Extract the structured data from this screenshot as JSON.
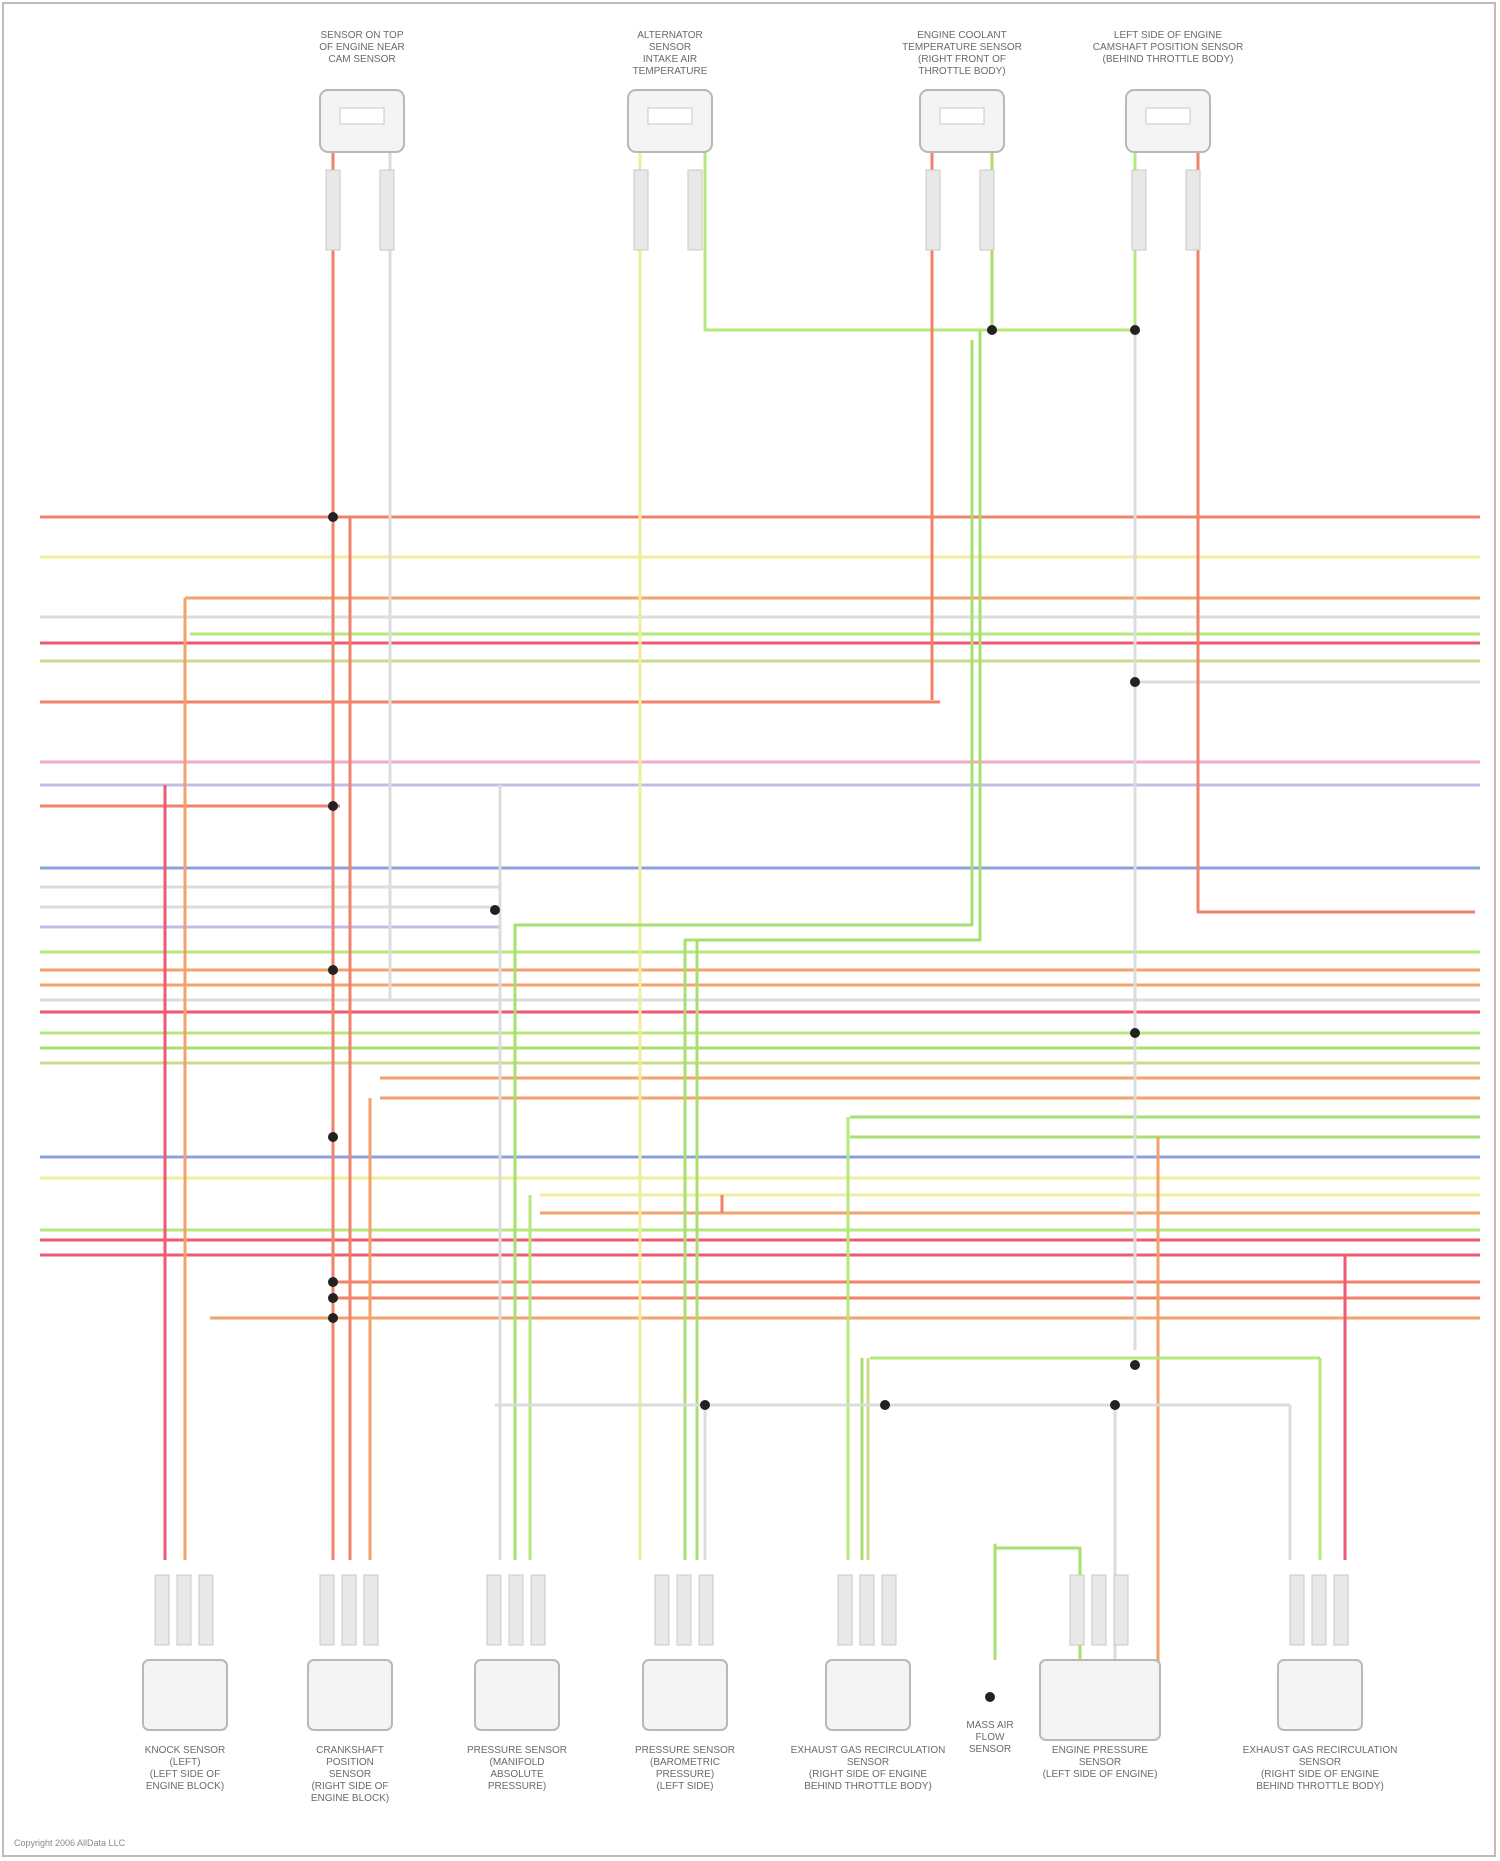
{
  "top_connectors": [
    {
      "label": "SENSOR ON TOP\nOF ENGINE NEAR\nCAM SENSOR"
    },
    {
      "label": "ALTERNATOR\nSENSOR\nINTAKE AIR\nTEMPERATURE"
    },
    {
      "label": "ENGINE COOLANT\nTEMPERATURE SENSOR\n(RIGHT FRONT OF\nTHROTTLE BODY)"
    },
    {
      "label": "LEFT SIDE OF ENGINE\nCAMSHAFT POSITION SENSOR\n(BEHIND THROTTLE BODY)"
    }
  ],
  "bottom_components": [
    {
      "label": "KNOCK SENSOR\n(LEFT)\n(LEFT SIDE OF\nENGINE BLOCK)"
    },
    {
      "label": "CRANKSHAFT\nPOSITION\nSENSOR\n(RIGHT SIDE OF\nENGINE BLOCK)"
    },
    {
      "label": "PRESSURE SENSOR\n(MANIFOLD\nABSOLUTE\nPRESSURE)"
    },
    {
      "label": "PRESSURE SENSOR\n(BAROMETRIC\nPRESSURE)\n(LEFT SIDE)"
    },
    {
      "label": "EXHAUST GAS RECIRCULATION\nSENSOR\n(RIGHT SIDE OF ENGINE\nBEHIND THROTTLE BODY)"
    },
    {
      "label": "MASS AIR\nFLOW\nSENSOR"
    },
    {
      "label": "ENGINE PRESSURE\nSENSOR\n(LEFT SIDE OF ENGINE)"
    },
    {
      "label": "EXHAUST GAS RECIRCULATION\nSENSOR\n(RIGHT SIDE OF ENGINE\nBEHIND THROTTLE BODY)"
    }
  ],
  "colors": {
    "red": "#f0826a",
    "pink_red": "#ee5a72",
    "orange": "#f2a26a",
    "yellow": "#f0ee9a",
    "light_green": "#b4e87a",
    "green": "#a8e070",
    "olive_green": "#c8dc8a",
    "gray": "#dcdcdc",
    "blue": "#8aa0dc",
    "pink": "#f0a8d0",
    "lavender": "#c4bce8",
    "frame": "#bdbdbd"
  },
  "credit": "Copyright 2006 AllData LLC"
}
